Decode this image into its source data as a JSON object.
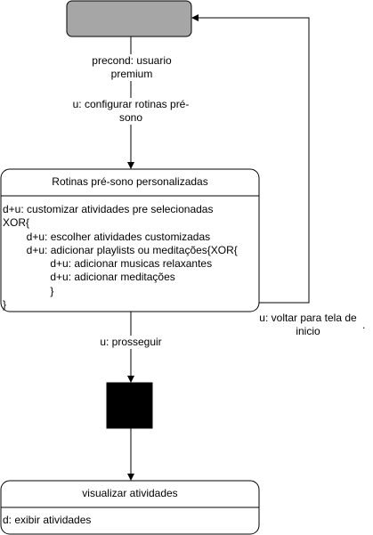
{
  "colors": {
    "start_fill": "#a6a6a6",
    "stroke": "#000000",
    "end_fill": "#000000",
    "background": "#ffffff"
  },
  "edges": {
    "precondition": "precond: usuario premium",
    "configure": "u: configurar rotinas pré-sono",
    "proceed": "u: prosseguir",
    "back_home": "u: voltar para tela de inicio"
  },
  "routines_box": {
    "title": "Rotinas pré-sono personalizadas",
    "lines": [
      "d+u: customizar atividades pre selecionadas",
      "XOR{",
      "        d+u: escolher atividades customizadas",
      "        d+u: adicionar playlists ou meditações{XOR{",
      "                d+u: adicionar musicas relaxantes",
      "                d+u: adicionar meditações",
      "                }",
      "}"
    ]
  },
  "activities_box": {
    "title": "visualizar atividades",
    "lines": [
      "d: exibir atividades"
    ]
  },
  "stray_mark": "."
}
